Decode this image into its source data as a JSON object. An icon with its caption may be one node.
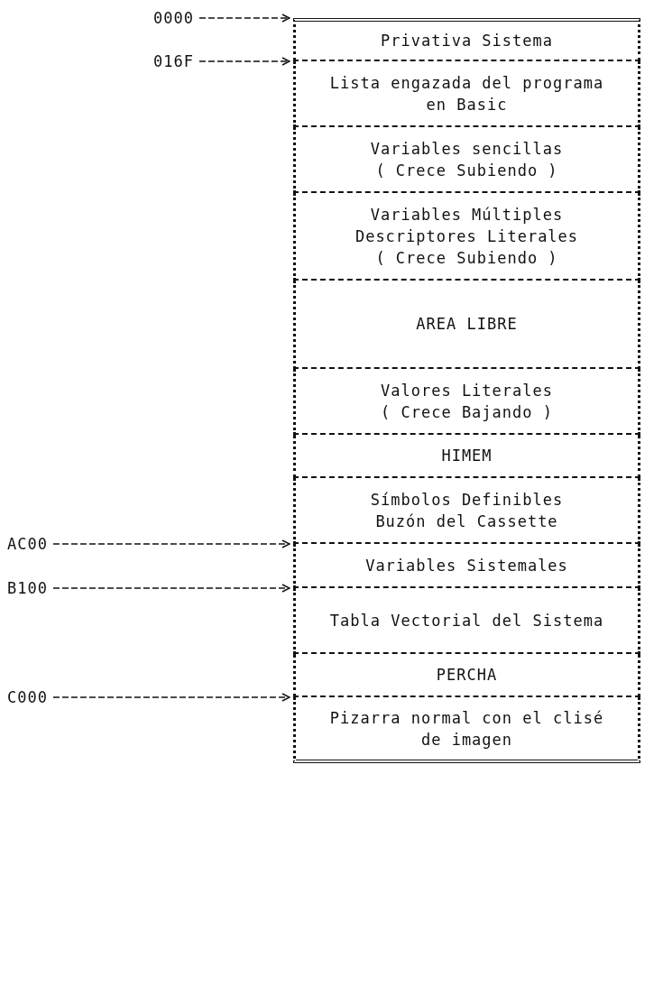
{
  "diagram": {
    "nodes": [
      {
        "text": [
          "Privativa Sistema"
        ]
      },
      {
        "text": [
          "Lista engazada del programa en Basic"
        ]
      },
      {
        "text": [
          "Variables sencillas",
          "( Crece Subiendo )"
        ]
      },
      {
        "text": [
          "Variables Múltiples Descriptores Literales",
          "( Crece Subiendo )"
        ]
      },
      {
        "text": [
          "AREA LIBRE"
        ]
      },
      {
        "text": [
          "Valores Literales",
          "( Crece Bajando )"
        ]
      },
      {
        "text": [
          "HIMEM"
        ]
      },
      {
        "text": [
          "Símbolos Definibles",
          "Buzón del Cassette"
        ]
      },
      {
        "text": [
          "Variables Sistemales"
        ]
      },
      {
        "text": [
          "Tabla Vectorial del Sistema"
        ]
      },
      {
        "text": [
          "PERCHA"
        ]
      },
      {
        "text": [
          "Pizarra normal con el clisé de imagen"
        ]
      },
      {
        "text": [
          "0000"
        ]
      },
      {
        "text": [
          "016F"
        ]
      },
      {
        "text": [
          "AC00"
        ]
      },
      {
        "text": [
          "B100"
        ]
      },
      {
        "text": [
          "C000"
        ]
      }
    ],
    "edges": [
      {
        "from": 12,
        "to": 0,
        "arrow": "to"
      },
      {
        "from": 13,
        "to": 1,
        "arrow": "to"
      },
      {
        "from": 14,
        "to": 8,
        "arrow": "to"
      },
      {
        "from": 15,
        "to": 9,
        "arrow": "to"
      },
      {
        "from": 16,
        "to": 11,
        "arrow": "to"
      }
    ]
  }
}
